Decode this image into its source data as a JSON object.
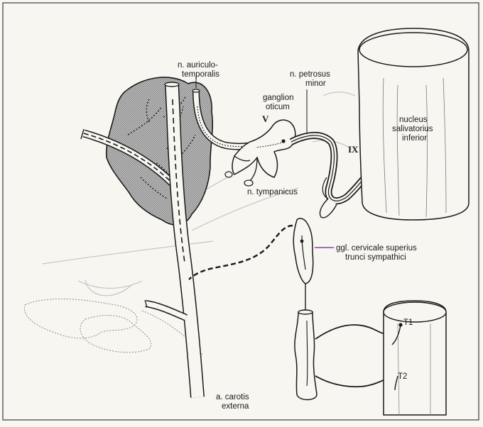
{
  "labels": {
    "auriculo_line1": "n. auriculo-",
    "auriculo_line2": "temporalis",
    "petrosus_line1": "n. petrosus",
    "petrosus_line2": "minor",
    "ganglion_line1": "ganglion",
    "ganglion_line2": "oticum",
    "roman_five": "V",
    "roman_nine": "IX",
    "nucleus_line1": "nucleus",
    "nucleus_line2": "salivatorius",
    "nucleus_line3": "inferior",
    "tympanicus": "n. tympanicus",
    "ggl_line1": "ggl. cervicale superius",
    "ggl_line2": "trunci sympathici",
    "t1": "T1",
    "t2": "T2",
    "carotis_line1": "a. carotis",
    "carotis_line2": "externa"
  },
  "colors": {
    "background": "#f7f6f1",
    "ink": "#1a1a1a",
    "gland_fill": "#a9a9a9",
    "pointer_line": "#8e3fae",
    "faint_outline": "#b9b9b9"
  }
}
